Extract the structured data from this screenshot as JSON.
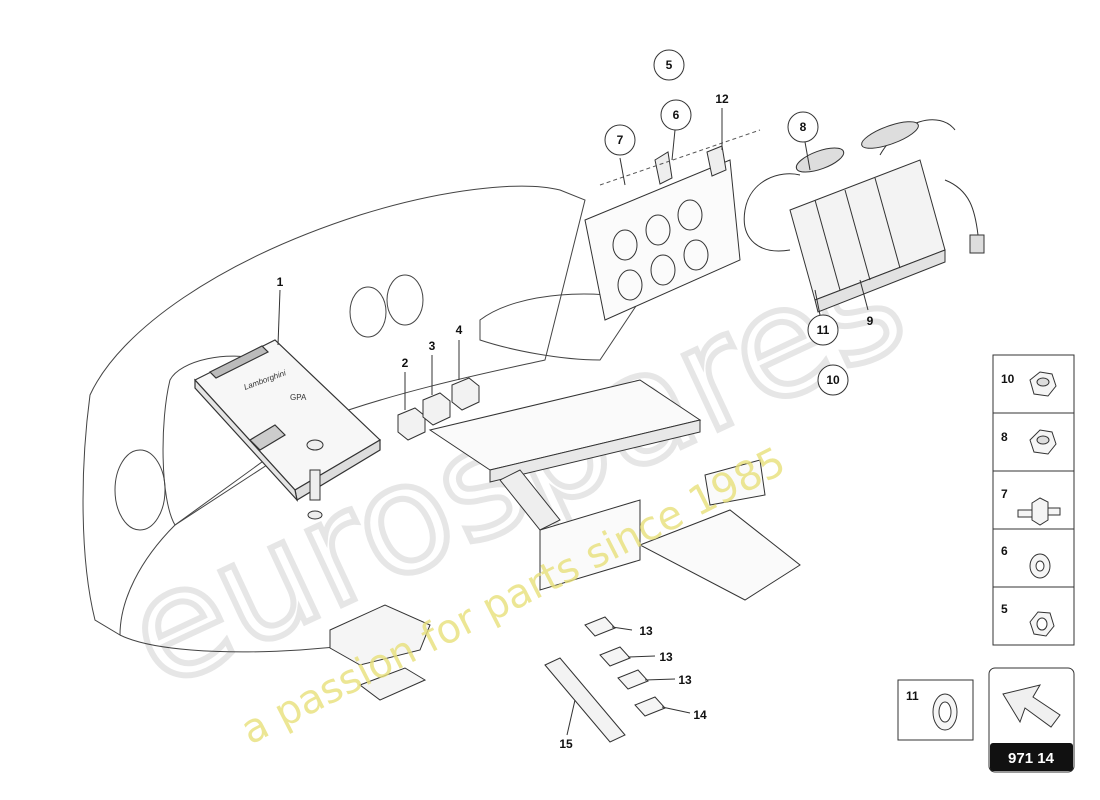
{
  "diagram": {
    "callouts": {
      "c1": "1",
      "c2": "2",
      "c3": "3",
      "c4": "4",
      "c5": "5",
      "c6": "6",
      "c7": "7",
      "c8": "8",
      "c9": "9",
      "c10": "10",
      "c11": "11",
      "c12": "12",
      "c13a": "13",
      "c13b": "13",
      "c13c": "13",
      "c14": "14",
      "c15": "15"
    },
    "module_logo": "Lamborghini",
    "module_tag": "GPA"
  },
  "legend": {
    "items": [
      {
        "num": "10"
      },
      {
        "num": "8"
      },
      {
        "num": "7"
      },
      {
        "num": "6"
      },
      {
        "num": "5"
      }
    ],
    "extra_item": "11"
  },
  "reference_box": {
    "code": "971 14"
  },
  "watermark": {
    "brand": "eurospares",
    "tagline": "a passion for parts since 1985"
  },
  "colors": {
    "line": "#444444",
    "watermark_text": "#e8e07a",
    "watermark_brand": "#e6e6e6",
    "ref_box_fill": "#111111"
  }
}
